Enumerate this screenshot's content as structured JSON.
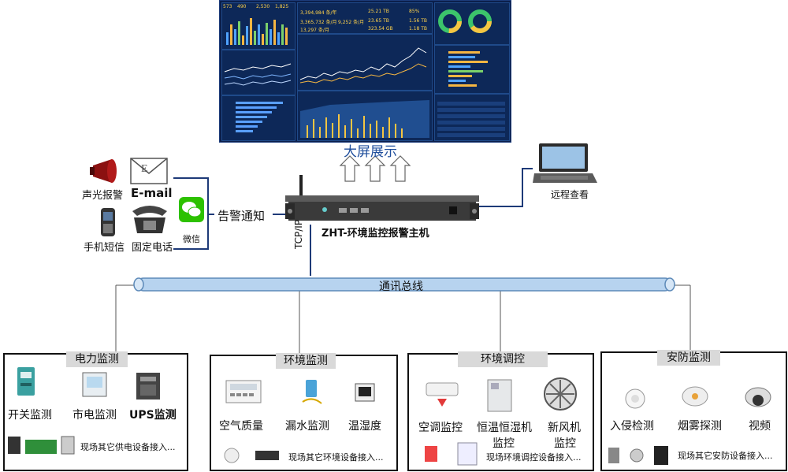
{
  "big_screen_label": "大屏展示",
  "remote_view_label": "远程查看",
  "host_label": "ZHT-环境监控报警主机",
  "alarm_notice_label": "告警通知",
  "tcpip_label": "TCP/IP",
  "bus_label": "通讯总线",
  "alarm_methods": {
    "siren": "声光报警",
    "email": "E-mail",
    "wechat": "微信",
    "sms": "手机短信",
    "phone": "固定电话"
  },
  "dashboard": {
    "stats": [
      "3,394,984 条/年",
      "25.21 TB",
      "85%",
      "3,365,732 条/月",
      "9,252 条/月",
      "23.65 TB",
      "1.56 TB",
      "13,297 条/月",
      "323.54 GB",
      "1.18 TB",
      "573",
      "490",
      "2,530",
      "1,825"
    ]
  },
  "modules": [
    {
      "title": "电力监测",
      "items": [
        "开关监测",
        "市电监测",
        "UPS监测"
      ],
      "note": "现场其它供电设备接入..."
    },
    {
      "title": "环境监测",
      "items": [
        "空气质量",
        "漏水监测",
        "温湿度"
      ],
      "note": "现场其它环境设备接入..."
    },
    {
      "title": "环境调控",
      "items": [
        "空调监控",
        "恒温恒湿机",
        "新风机"
      ],
      "items2": [
        "监控",
        "监控"
      ],
      "note": "现场环境调控设备接入..."
    },
    {
      "title": "安防监测",
      "items": [
        "入侵检测",
        "烟雾探测",
        "视频"
      ],
      "note": "现场其它安防设备接入..."
    }
  ]
}
